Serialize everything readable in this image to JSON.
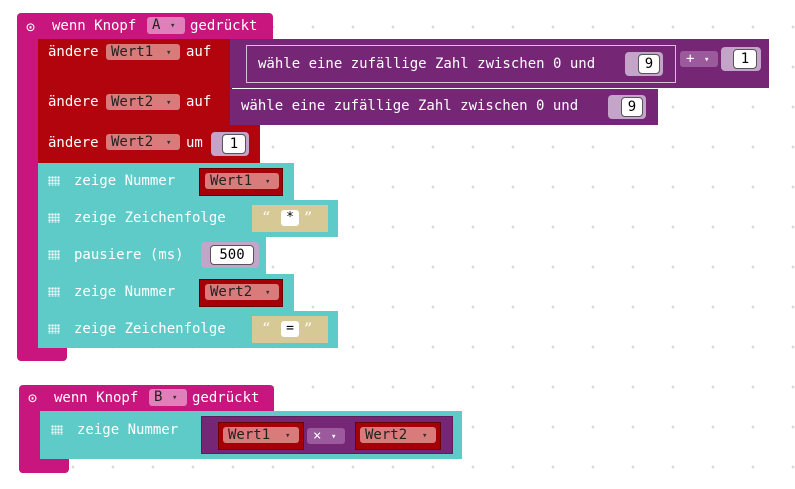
{
  "event_a": {
    "header_prefix": "wenn Knopf",
    "button": "A",
    "header_suffix": "gedrückt",
    "statements": {
      "s1": {
        "prefix": "ändere",
        "var": "Wert1",
        "mid": "auf",
        "random_label": "wähle eine zufällige Zahl zwischen 0 und",
        "max": "9",
        "op": "+",
        "operand": "1"
      },
      "s2": {
        "prefix": "ändere",
        "var": "Wert2",
        "mid": "auf",
        "random_label": "wähle eine zufällige Zahl zwischen 0 und",
        "max": "9"
      },
      "s3": {
        "prefix": "ändere",
        "var": "Wert2",
        "mid": "um",
        "value": "1"
      },
      "s4": {
        "label": "zeige Nummer",
        "var": "Wert1"
      },
      "s5": {
        "label": "zeige Zeichenfolge",
        "text": "*"
      },
      "s6": {
        "label": "pausiere (ms)",
        "value": "500"
      },
      "s7": {
        "label": "zeige Nummer",
        "var": "Wert2"
      },
      "s8": {
        "label": "zeige Zeichenfolge",
        "text": "="
      }
    }
  },
  "event_b": {
    "header_prefix": "wenn Knopf",
    "button": "B",
    "header_suffix": "gedrückt",
    "statement": {
      "label": "zeige Nummer",
      "left_var": "Wert1",
      "op": "×",
      "right_var": "Wert2"
    }
  },
  "glyphs": {
    "dropdown": "▾",
    "quote_open": "“",
    "quote_close": "”",
    "event_icon": "⊙"
  },
  "colors": {
    "event": "#c8167e",
    "variables": "#b2040c",
    "basic": "#5ecbc8",
    "math": "#752776",
    "text": "#d7c996"
  }
}
